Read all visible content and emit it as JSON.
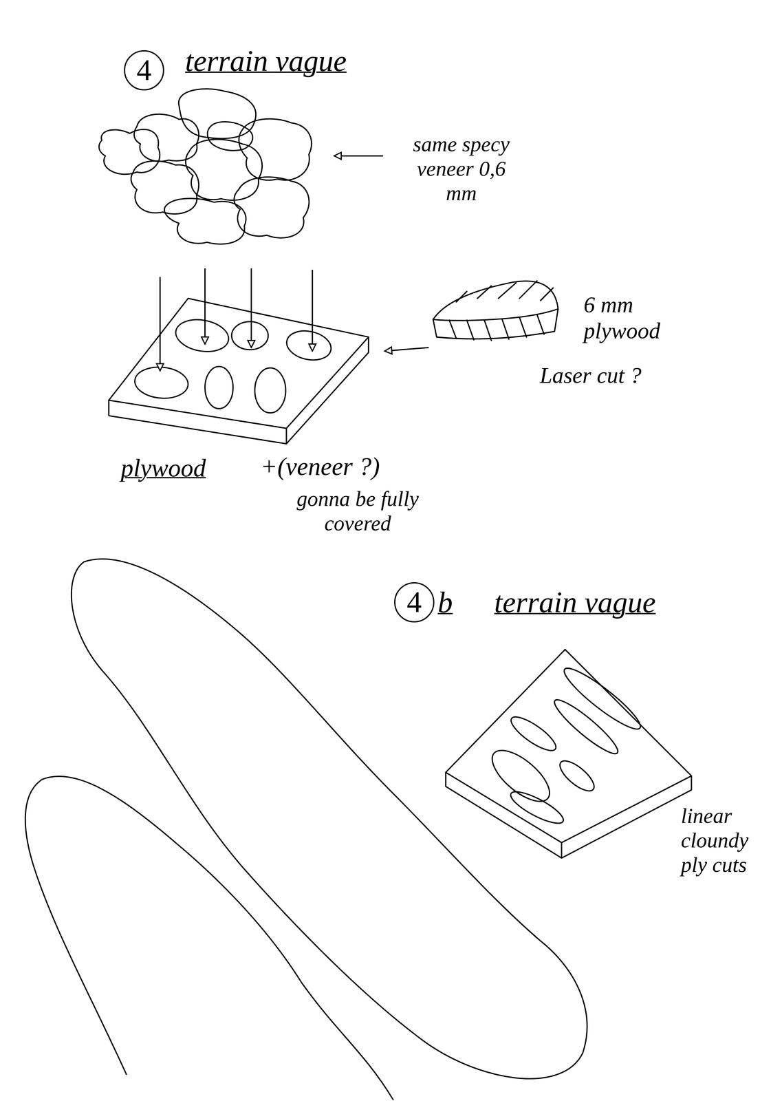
{
  "diagram": {
    "nodes": [
      {
        "text": [
          "4"
        ]
      },
      {
        "text": [
          "4"
        ]
      }
    ],
    "labels": [
      "terrain vague",
      "same specy veneer 0,6 mm",
      "6 mm plywood",
      "Laser cut ?",
      "plywood",
      "+(veneer ?)",
      "gonna be fully covered",
      "b",
      "terrain vague",
      "linear cloundy ply cuts"
    ]
  }
}
